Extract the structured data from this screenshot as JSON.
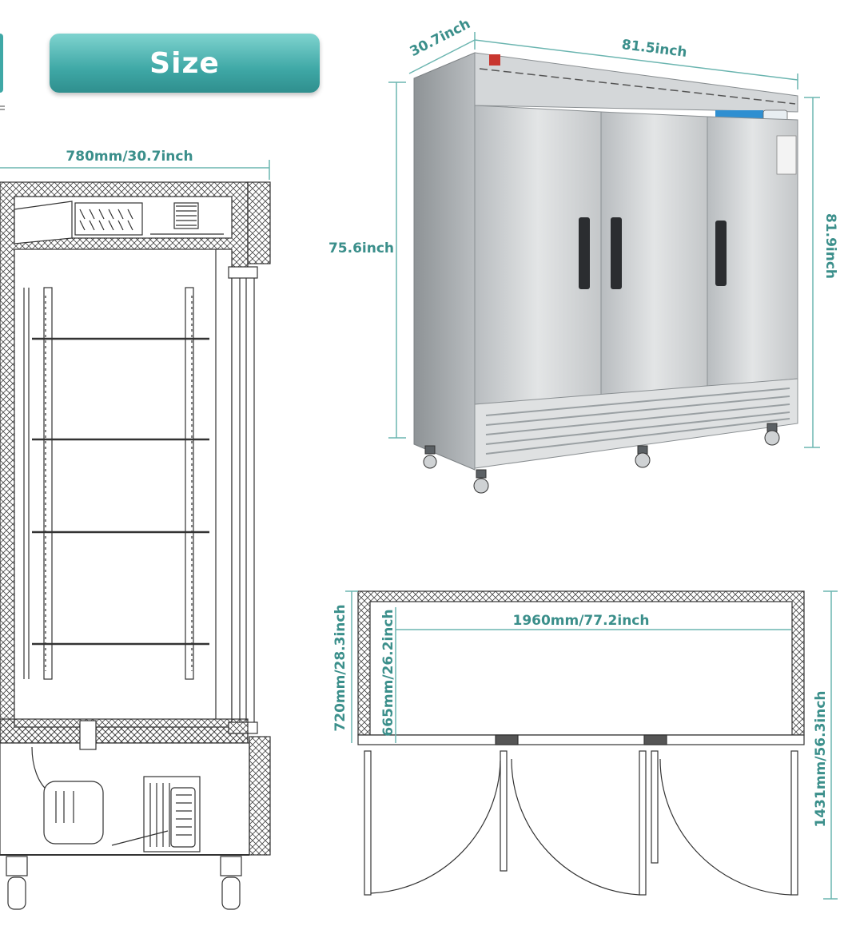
{
  "header": {
    "title": "Size"
  },
  "left_view": {
    "width_label": "780mm/30.7inch"
  },
  "product_view": {
    "depth_label": "30.7inch",
    "width_label": "81.5inch",
    "body_height_label": "75.6inch",
    "total_height_label": "81.9inch"
  },
  "top_view": {
    "inner_width_label": "1960mm/77.2inch",
    "outer_depth_label": "720mm/28.3inch",
    "inner_depth_label": "665mm/26.2inch",
    "open_depth_label": "1431mm/56.3inch"
  },
  "colors": {
    "accent": "#3b8f8b",
    "dim_line": "#6bb5b0",
    "steel": "#c9ccce"
  }
}
